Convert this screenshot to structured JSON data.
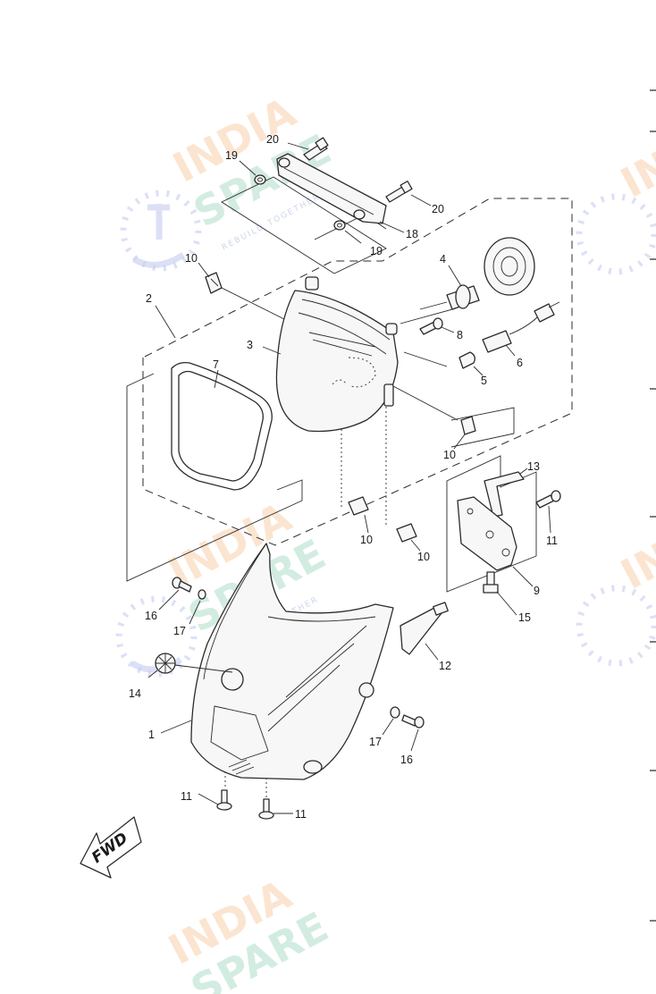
{
  "watermark": {
    "line1": "INDIA",
    "line2": "SPARE",
    "tagline": "REBUILD TOGETHER"
  },
  "callouts": {
    "c1": "1",
    "c2": "2",
    "c3": "3",
    "c4": "4",
    "c5": "5",
    "c6": "6",
    "c7": "7",
    "c8": "8",
    "c9": "9",
    "c10a": "10",
    "c10b": "10",
    "c10c": "10",
    "c10d": "10",
    "c11a": "11",
    "c11b": "11",
    "c11c": "11",
    "c12": "12",
    "c13": "13",
    "c14": "14",
    "c15": "15",
    "c16a": "16",
    "c16b": "16",
    "c17a": "17",
    "c17b": "17",
    "c18": "18",
    "c19a": "19",
    "c19b": "19",
    "c20a": "20",
    "c20b": "20"
  },
  "direction_label": "FWD"
}
